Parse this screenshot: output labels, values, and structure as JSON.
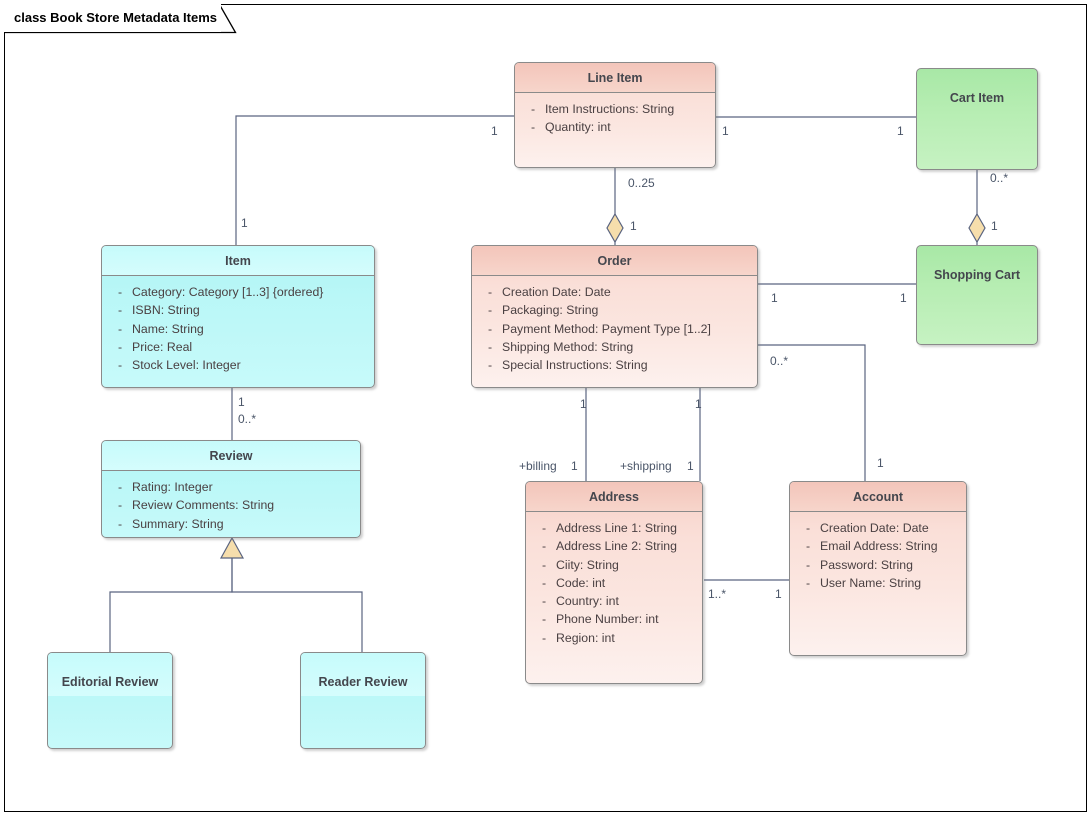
{
  "diagram": {
    "frame_label": "class Book Store Metadata Items",
    "type": "uml-class-diagram",
    "colors": {
      "pink": "#fadfd8",
      "cyan": "#b9f7f7",
      "green": "#b6edb2",
      "connector": "#5a6480",
      "adornment": "#f6deac",
      "border": "#8a8a8a"
    }
  },
  "classes": [
    {
      "id": "line-item",
      "name": "Line Item",
      "color": "pink",
      "attributes": [
        {
          "visibility": "-",
          "text": "Item Instructions: String"
        },
        {
          "visibility": "-",
          "text": "Quantity: int"
        }
      ]
    },
    {
      "id": "cart-item",
      "name": "Cart Item",
      "color": "green",
      "attributes": []
    },
    {
      "id": "item",
      "name": "Item",
      "color": "cyan",
      "attributes": [
        {
          "visibility": "-",
          "text": "Category: Category [1..3] {ordered}"
        },
        {
          "visibility": "-",
          "text": "ISBN: String"
        },
        {
          "visibility": "-",
          "text": "Name: String"
        },
        {
          "visibility": "-",
          "text": "Price: Real"
        },
        {
          "visibility": "-",
          "text": "Stock Level: Integer"
        }
      ]
    },
    {
      "id": "order",
      "name": "Order",
      "color": "pink",
      "attributes": [
        {
          "visibility": "-",
          "text": "Creation Date: Date"
        },
        {
          "visibility": "-",
          "text": "Packaging: String"
        },
        {
          "visibility": "-",
          "text": "Payment Method: Payment Type [1..2]"
        },
        {
          "visibility": "-",
          "text": "Shipping Method: String"
        },
        {
          "visibility": "-",
          "text": "Special Instructions: String"
        }
      ]
    },
    {
      "id": "shopping-cart",
      "name": "Shopping Cart",
      "color": "green",
      "attributes": []
    },
    {
      "id": "review",
      "name": "Review",
      "color": "cyan",
      "attributes": [
        {
          "visibility": "-",
          "text": "Rating: Integer"
        },
        {
          "visibility": "-",
          "text": "Review Comments: String"
        },
        {
          "visibility": "-",
          "text": "Summary: String"
        }
      ]
    },
    {
      "id": "address",
      "name": "Address",
      "color": "pink",
      "attributes": [
        {
          "visibility": "-",
          "text": "Address Line 1: String"
        },
        {
          "visibility": "-",
          "text": "Address Line 2: String"
        },
        {
          "visibility": "-",
          "text": "Ciity: String"
        },
        {
          "visibility": "-",
          "text": "Code: int"
        },
        {
          "visibility": "-",
          "text": "Country: int"
        },
        {
          "visibility": "-",
          "text": "Phone Number: int"
        },
        {
          "visibility": "-",
          "text": "Region: int"
        }
      ]
    },
    {
      "id": "account",
      "name": "Account",
      "color": "pink",
      "attributes": [
        {
          "visibility": "-",
          "text": "Creation Date: Date"
        },
        {
          "visibility": "-",
          "text": "Email Address: String"
        },
        {
          "visibility": "-",
          "text": "Password: String"
        },
        {
          "visibility": "-",
          "text": "User Name: String"
        }
      ]
    },
    {
      "id": "editorial-review",
      "name": "Editorial Review",
      "color": "cyan",
      "attributes": []
    },
    {
      "id": "reader-review",
      "name": "Reader Review",
      "color": "cyan",
      "attributes": []
    }
  ],
  "relationships": [
    {
      "id": "lineitem-item",
      "from": "Line Item",
      "to": "Item",
      "kind": "association",
      "source_mult": "1",
      "target_mult": "1"
    },
    {
      "id": "lineitem-cartitem",
      "from": "Line Item",
      "to": "Cart Item",
      "kind": "association",
      "source_mult": "1",
      "target_mult": "1"
    },
    {
      "id": "lineitem-order",
      "from": "Line Item",
      "to": "Order",
      "kind": "aggregation",
      "source_mult": "0..25",
      "target_mult": "1"
    },
    {
      "id": "cartitem-cart",
      "from": "Cart Item",
      "to": "Shopping Cart",
      "kind": "aggregation",
      "source_mult": "0..*",
      "target_mult": "1"
    },
    {
      "id": "order-cart",
      "from": "Order",
      "to": "Shopping Cart",
      "kind": "association",
      "source_mult": "1",
      "target_mult": "1"
    },
    {
      "id": "item-review",
      "from": "Item",
      "to": "Review",
      "kind": "association",
      "source_mult": "1",
      "target_mult": "0..*"
    },
    {
      "id": "review-editorial",
      "from": "Editorial Review",
      "to": "Review",
      "kind": "generalization",
      "source_mult": "",
      "target_mult": ""
    },
    {
      "id": "review-reader",
      "from": "Reader Review",
      "to": "Review",
      "kind": "generalization",
      "source_mult": "",
      "target_mult": ""
    },
    {
      "id": "order-billing",
      "from": "Order",
      "to": "Address",
      "kind": "association",
      "source_mult": "1",
      "target_mult": "1",
      "target_role": "+billing"
    },
    {
      "id": "order-shipping",
      "from": "Order",
      "to": "Address",
      "kind": "association",
      "source_mult": "1",
      "target_mult": "1",
      "target_role": "+shipping"
    },
    {
      "id": "order-account",
      "from": "Order",
      "to": "Account",
      "kind": "association",
      "source_mult": "0..*",
      "target_mult": "1"
    },
    {
      "id": "address-account",
      "from": "Address",
      "to": "Account",
      "kind": "association",
      "source_mult": "1..*",
      "target_mult": "1"
    }
  ],
  "labels": {
    "lineitem_item_src": "1",
    "lineitem_item_tgt": "1",
    "lineitem_cartitem_src": "1",
    "lineitem_cartitem_tgt": "1",
    "lineitem_order_src": "0..25",
    "lineitem_order_tgt": "1",
    "cartitem_cart_src": "0..*",
    "cartitem_cart_tgt": "1",
    "order_cart_src": "1",
    "order_cart_tgt": "1",
    "item_review_src": "1",
    "item_review_tgt": "0..*",
    "order_billing_top": "1",
    "order_billing_role": "+billing",
    "order_billing_bottom": "1",
    "order_shipping_top": "1",
    "order_shipping_role": "+shipping",
    "order_shipping_bottom": "1",
    "order_account_src": "0..*",
    "order_account_tgt": "1",
    "address_account_src": "1..*",
    "address_account_tgt": "1"
  }
}
